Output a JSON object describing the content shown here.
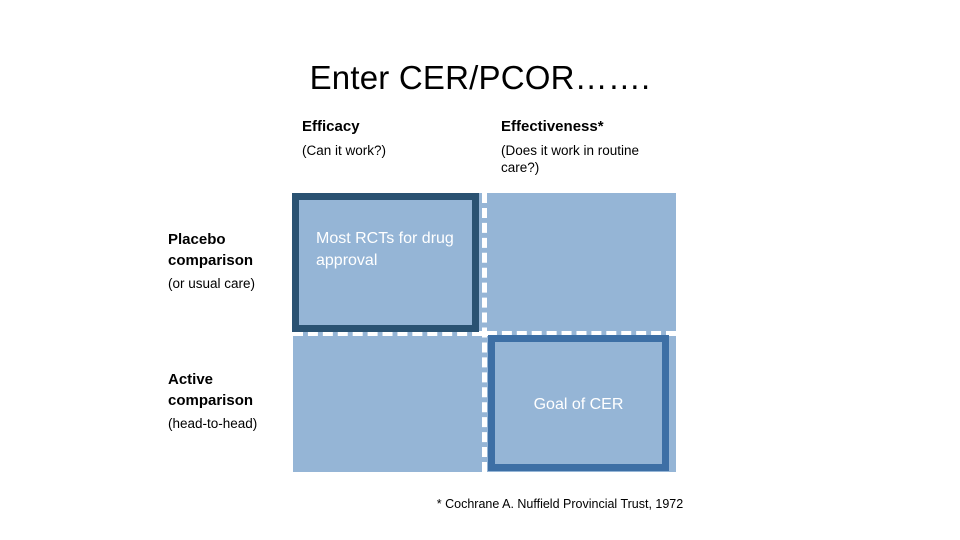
{
  "slide": {
    "title": "Enter CER/PCOR…….",
    "background_color": "#ffffff",
    "matrix_fill_color": "#95b5d6",
    "highlight_border_dark": "#2a5272",
    "highlight_border_medium": "#3d6fa5",
    "divider_color": "#ffffff"
  },
  "columns": [
    {
      "key": "efficacy",
      "title": "Efficacy",
      "subtitle": "(Can it work?)"
    },
    {
      "key": "effectiveness",
      "title": "Effectiveness*",
      "subtitle": "(Does it work in routine care?)"
    }
  ],
  "rows": [
    {
      "key": "placebo",
      "title_line1": "Placebo",
      "title_line2": "comparison",
      "subtitle": "(or usual care)"
    },
    {
      "key": "active",
      "title_line1": "Active",
      "title_line2": "comparison",
      "subtitle": "(head-to-head)"
    }
  ],
  "cells": {
    "efficacy_placebo": {
      "label": "Most RCTs for drug approval",
      "highlighted": true
    },
    "effectiveness_placebo": {
      "label": "",
      "highlighted": false
    },
    "efficacy_active": {
      "label": "",
      "highlighted": false
    },
    "effectiveness_active": {
      "label": "Goal of CER",
      "highlighted": true
    }
  },
  "footnote": "* Cochrane A. Nuffield Provincial Trust, 1972"
}
